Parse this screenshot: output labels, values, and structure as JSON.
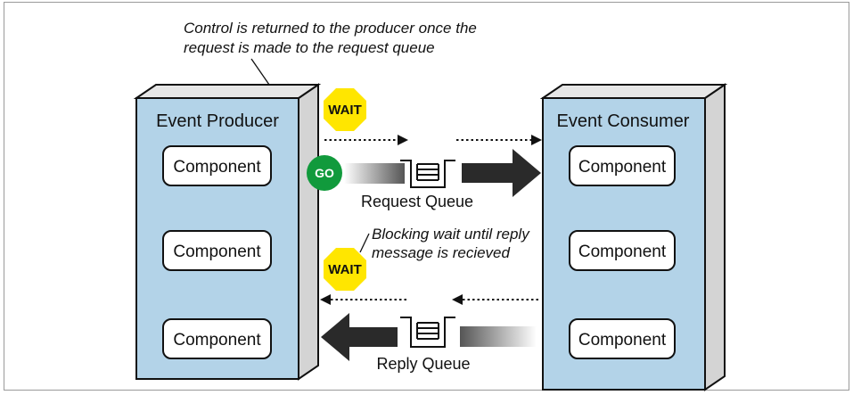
{
  "annotations": {
    "top": [
      "Control is returned to the producer once the",
      "request is made to the request queue"
    ],
    "middle": [
      "Blocking wait until reply",
      "message is recieved"
    ]
  },
  "producer": {
    "title": "Event Producer",
    "components": [
      "Component",
      "Component",
      "Component"
    ]
  },
  "consumer": {
    "title": "Event Consumer",
    "components": [
      "Component",
      "Component",
      "Component"
    ]
  },
  "queues": {
    "request": "Request Queue",
    "reply": "Reply Queue"
  },
  "signs": {
    "wait_top": "WAIT",
    "wait_mid": "WAIT",
    "go": "GO"
  },
  "colors": {
    "box_fill": "#b3d3e8",
    "box_side": "#d4d4d4",
    "wait_sign": "#ffe600",
    "go_circle": "#119a3c",
    "arrow_dark": "#2a2a2a"
  }
}
